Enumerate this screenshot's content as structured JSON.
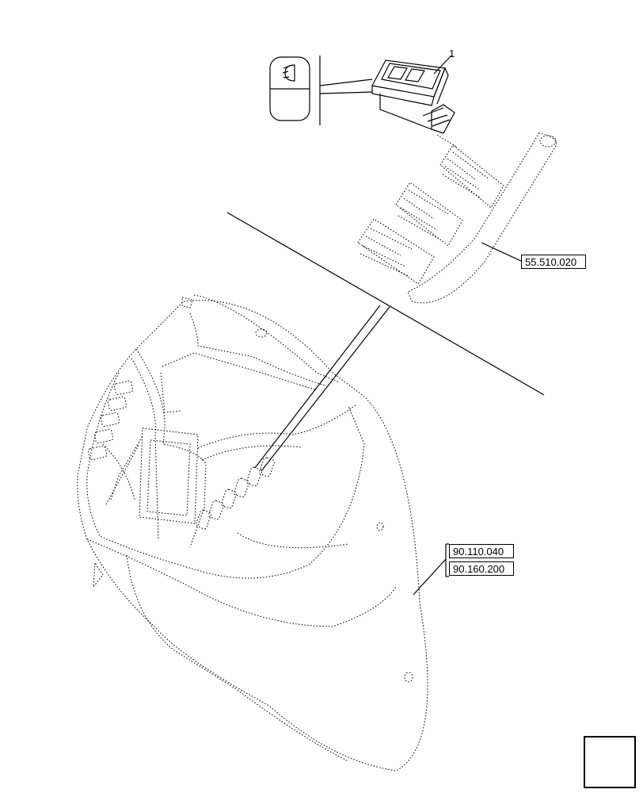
{
  "callouts": {
    "item_1": "1"
  },
  "references": {
    "switch_harness": "55.510.020",
    "cab_trim_a": "90.110.040",
    "cab_trim_b": "90.160.200"
  },
  "icons": {
    "switch_symbol": "headlamp-rocker-symbol-icon",
    "nav": "next-page-arrow-icon"
  }
}
